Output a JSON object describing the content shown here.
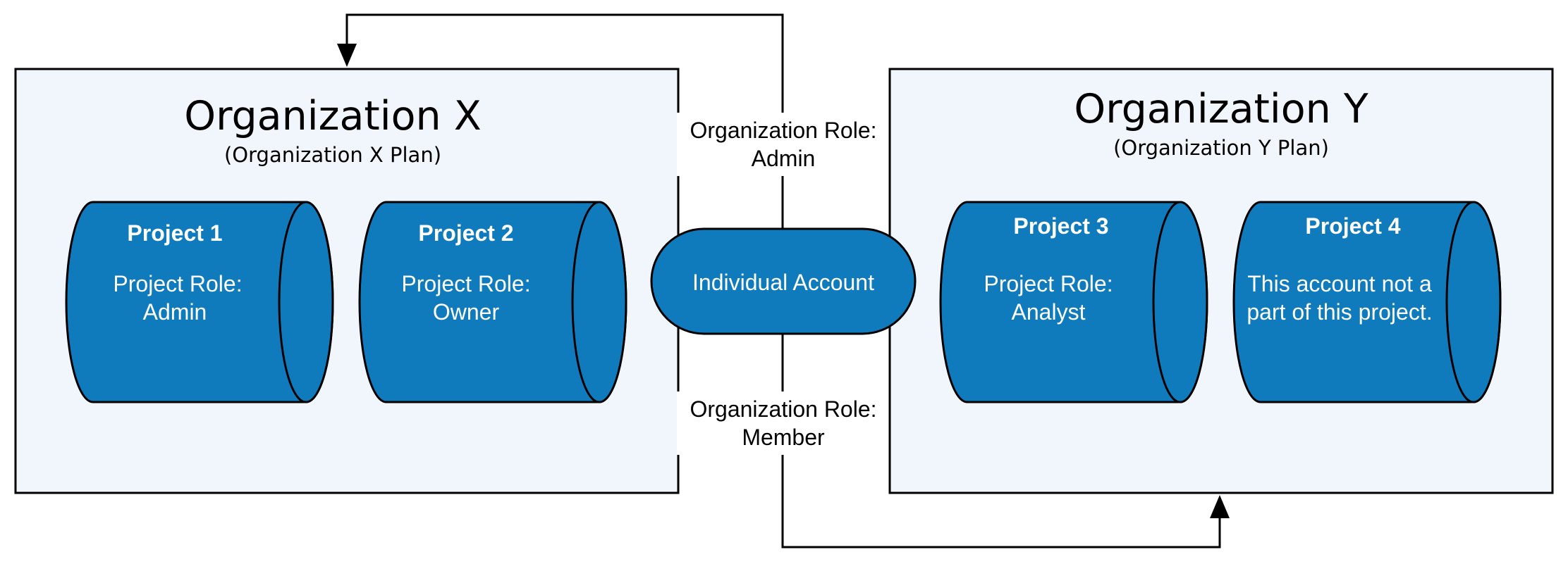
{
  "diagram": {
    "colors": {
      "org_fill": "#f1f6fc",
      "project_fill": "#0f7bbd",
      "stroke": "#000000"
    },
    "organizations": [
      {
        "title": "Organization X",
        "subtitle": "(Organization X Plan)"
      },
      {
        "title": "Organization Y",
        "subtitle": "(Organization Y Plan)"
      }
    ],
    "projects": [
      {
        "title": "Project 1",
        "line1": "Project Role:",
        "line2": "Admin"
      },
      {
        "title": "Project 2",
        "line1": "Project Role:",
        "line2": "Owner"
      },
      {
        "title": "Project 3",
        "line1": "Project Role:",
        "line2": "Analyst"
      },
      {
        "title": "Project 4",
        "line1": "This account not a",
        "line2": "part of this project."
      }
    ],
    "account": {
      "label": "Individual Account"
    },
    "connections": [
      {
        "line1": "Organization Role:",
        "line2": "Admin"
      },
      {
        "line1": "Organization Role:",
        "line2": "Member"
      }
    ]
  }
}
